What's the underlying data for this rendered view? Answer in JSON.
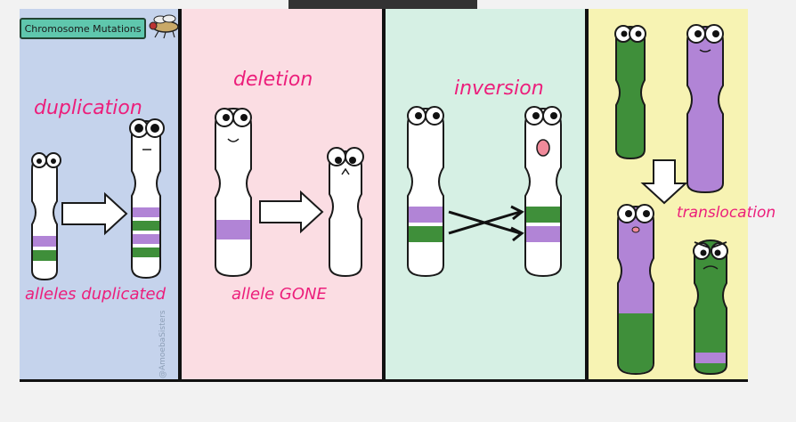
{
  "title": "Chromosome Mutations",
  "credit": "@AmoebaSisters",
  "panels": [
    {
      "id": "duplication",
      "label": "duplication",
      "caption": "alleles duplicated",
      "bg": "#c5d3ec"
    },
    {
      "id": "deletion",
      "label": "deletion",
      "caption": "allele GONE",
      "bg": "#fbdde3"
    },
    {
      "id": "inversion",
      "label": "inversion",
      "caption": "",
      "bg": "#d6f0e4"
    },
    {
      "id": "translocation",
      "label": "translocation",
      "caption": "",
      "bg": "#f7f3b3"
    }
  ],
  "colors": {
    "accent_text": "#ec1e7b",
    "purple": "#b184d6",
    "green": "#3f8f3a",
    "outline": "#1a1a1a"
  },
  "icons": [
    "fly-icon",
    "arrow-right-icon",
    "arrow-down-icon",
    "crossing-arrows-icon"
  ]
}
